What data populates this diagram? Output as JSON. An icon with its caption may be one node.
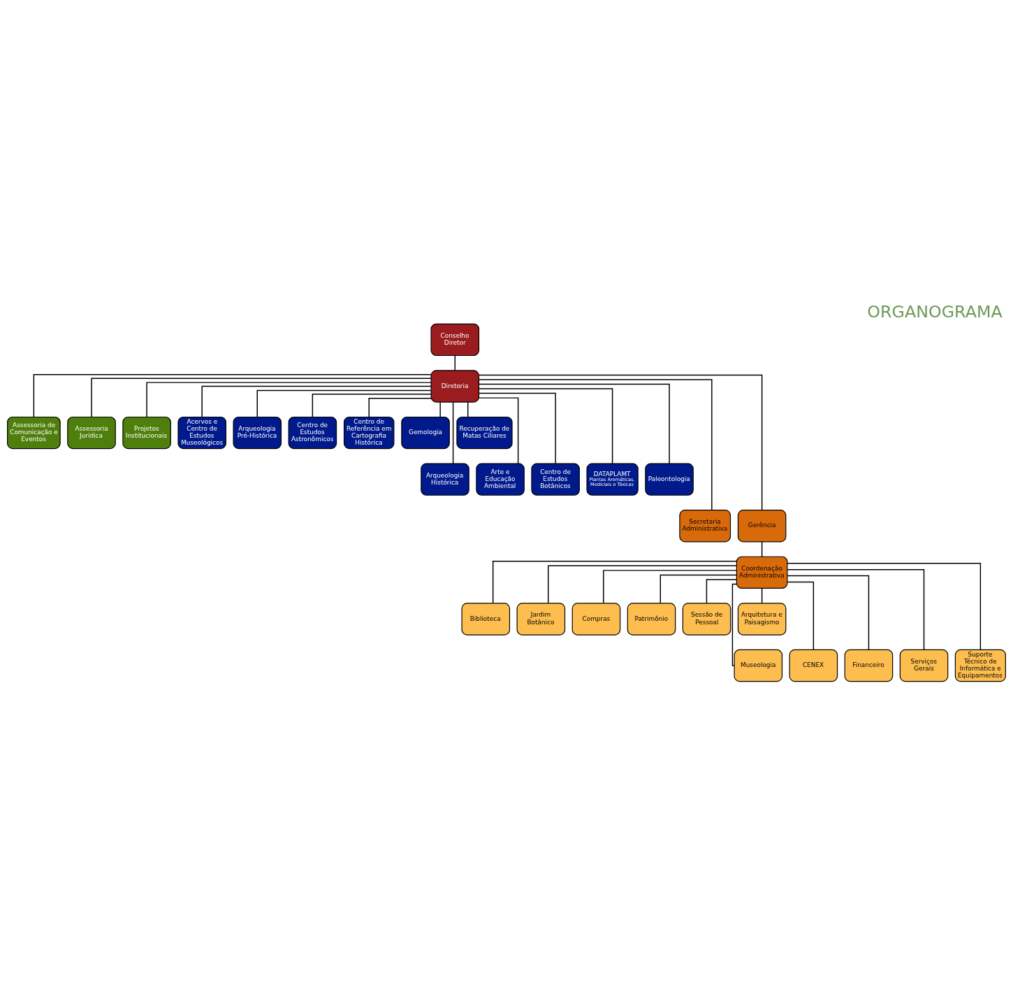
{
  "diagram": {
    "title": "ORGANOGRAMA",
    "nodes": [
      {
        "text": [
          "Conselho Diretor"
        ]
      },
      {
        "text": [
          "Diretoria"
        ]
      },
      {
        "text": [
          "Assessoria de Comunicação e Eventos"
        ]
      },
      {
        "text": [
          "Assessoria Jurídica"
        ]
      },
      {
        "text": [
          "Projetos Institucionais"
        ]
      },
      {
        "text": [
          "Acervos e Centro de Estudos Museológicos"
        ]
      },
      {
        "text": [
          "Arqueologia Pré-Histórica"
        ]
      },
      {
        "text": [
          "Centro de Estudos Astronômicos"
        ]
      },
      {
        "text": [
          "Centro de Referência em Cartografia Histórica"
        ]
      },
      {
        "text": [
          "Gemologia"
        ]
      },
      {
        "text": [
          "Recuperação de Matas Ciliares"
        ]
      },
      {
        "text": [
          "Arqueologia Histórica"
        ]
      },
      {
        "text": [
          "Arte e Educação Ambiental"
        ]
      },
      {
        "text": [
          "Centro de Estudos Botânicos"
        ]
      },
      {
        "text": [
          "DATAPLAMT",
          "Plantas Aromáticas, Mediciais e Tóxicas"
        ]
      },
      {
        "text": [
          "Paleontologia"
        ]
      },
      {
        "text": [
          "Secretaria Administrativa"
        ]
      },
      {
        "text": [
          "Gerência"
        ]
      },
      {
        "text": [
          "Coordenação Administrativa"
        ]
      },
      {
        "text": [
          "Biblioteca"
        ]
      },
      {
        "text": [
          "Jardim Botânico"
        ]
      },
      {
        "text": [
          "Compras"
        ]
      },
      {
        "text": [
          "Patrimônio"
        ]
      },
      {
        "text": [
          "Sessão de Pessoal"
        ]
      },
      {
        "text": [
          "Arquitetura e Paisagismo"
        ]
      },
      {
        "text": [
          "Museologia"
        ]
      },
      {
        "text": [
          "CENEX"
        ]
      },
      {
        "text": [
          "Financeiro"
        ]
      },
      {
        "text": [
          "Serviços Gerais"
        ]
      },
      {
        "text": [
          "Suporte Técnico de Informática e Equipamentos"
        ]
      }
    ],
    "edges": [
      {
        "from": 0,
        "to": 1,
        "arrow": "none"
      },
      {
        "from": 1,
        "to": 2,
        "arrow": "none"
      },
      {
        "from": 1,
        "to": 3,
        "arrow": "none"
      },
      {
        "from": 1,
        "to": 4,
        "arrow": "none"
      },
      {
        "from": 1,
        "to": 5,
        "arrow": "none"
      },
      {
        "from": 1,
        "to": 11,
        "arrow": "none"
      },
      {
        "from": 1,
        "to": 6,
        "arrow": "none"
      },
      {
        "from": 1,
        "to": 12,
        "arrow": "none"
      },
      {
        "from": 1,
        "to": 7,
        "arrow": "none"
      },
      {
        "from": 1,
        "to": 13,
        "arrow": "none"
      },
      {
        "from": 1,
        "to": 8,
        "arrow": "none"
      },
      {
        "from": 1,
        "to": 14,
        "arrow": "none"
      },
      {
        "from": 1,
        "to": 9,
        "arrow": "none"
      },
      {
        "from": 1,
        "to": 15,
        "arrow": "none"
      },
      {
        "from": 1,
        "to": 10,
        "arrow": "none"
      },
      {
        "from": 1,
        "to": 16,
        "arrow": "none"
      },
      {
        "from": 1,
        "to": 17,
        "arrow": "none"
      },
      {
        "from": 17,
        "to": 18,
        "arrow": "none"
      },
      {
        "from": 18,
        "to": 19,
        "arrow": "none"
      },
      {
        "from": 18,
        "to": 25,
        "arrow": "none"
      },
      {
        "from": 18,
        "to": 20,
        "arrow": "none"
      },
      {
        "from": 18,
        "to": 26,
        "arrow": "none"
      },
      {
        "from": 18,
        "to": 21,
        "arrow": "none"
      },
      {
        "from": 18,
        "to": 27,
        "arrow": "none"
      },
      {
        "from": 18,
        "to": 22,
        "arrow": "none"
      },
      {
        "from": 18,
        "to": 28,
        "arrow": "none"
      },
      {
        "from": 18,
        "to": 23,
        "arrow": "none"
      },
      {
        "from": 18,
        "to": 29,
        "arrow": "none"
      },
      {
        "from": 18,
        "to": 24,
        "arrow": "none"
      }
    ]
  }
}
